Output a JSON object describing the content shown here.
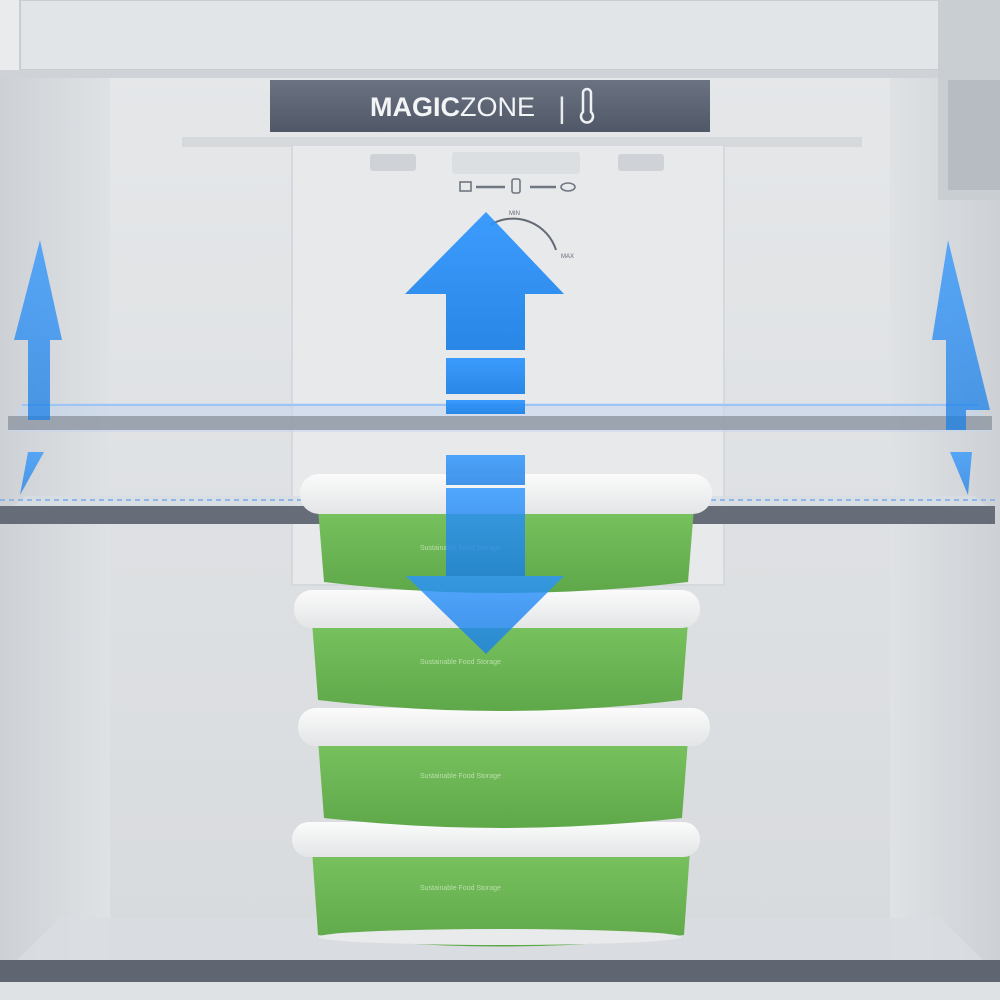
{
  "badge": {
    "brand_primary": "MAGIC",
    "brand_secondary": "ZONE",
    "separator": "|",
    "icon": "thermometer-icon"
  },
  "control_panel": {
    "dial_label_min": "MIN",
    "dial_label_max": "MAX",
    "icons": [
      "fridge-icon",
      "bottle-icon",
      "fish-icon"
    ]
  },
  "containers": {
    "count": 4,
    "label_text": "Sustainable Food Storage"
  },
  "colors": {
    "arrow_blue": "#1f8fff",
    "container_green": "#6fbb57",
    "lid_white": "#f2f3f3",
    "badge_bg": "#5d6575",
    "shelf_edge": "#666d78"
  }
}
